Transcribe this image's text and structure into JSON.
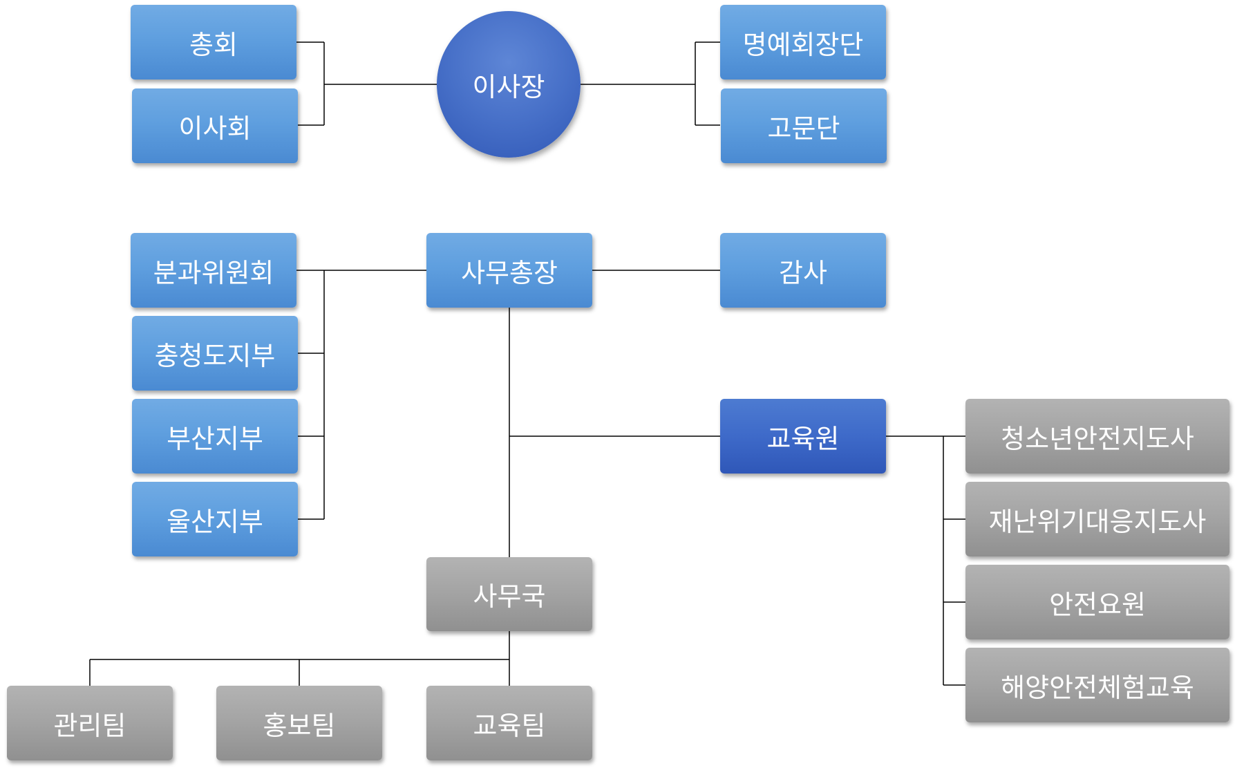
{
  "top": {
    "chairman": "이사장",
    "general_assembly": "총회",
    "board": "이사회",
    "honorary_chairs": "명예회장단",
    "advisors": "고문단"
  },
  "middle": {
    "secretary_general": "사무총장",
    "audit": "감사",
    "subcommittee": "분과위원회",
    "chungcheong_branch": "충청도지부",
    "busan_branch": "부산지부",
    "ulsan_branch": "울산지부"
  },
  "education_institute": {
    "label": "교육원",
    "programs": [
      "청소년안전지도사",
      "재난위기대응지도사",
      "안전요원",
      "해양안전체험교육"
    ]
  },
  "secretariat": {
    "label": "사무국",
    "teams": [
      "관리팀",
      "홍보팀",
      "교육팀"
    ]
  },
  "colors": {
    "light_blue_box": "#5f9fdf",
    "navy_box": "#3e6ac9",
    "gray_box": "#a3a3a3",
    "connector": "#000000"
  }
}
